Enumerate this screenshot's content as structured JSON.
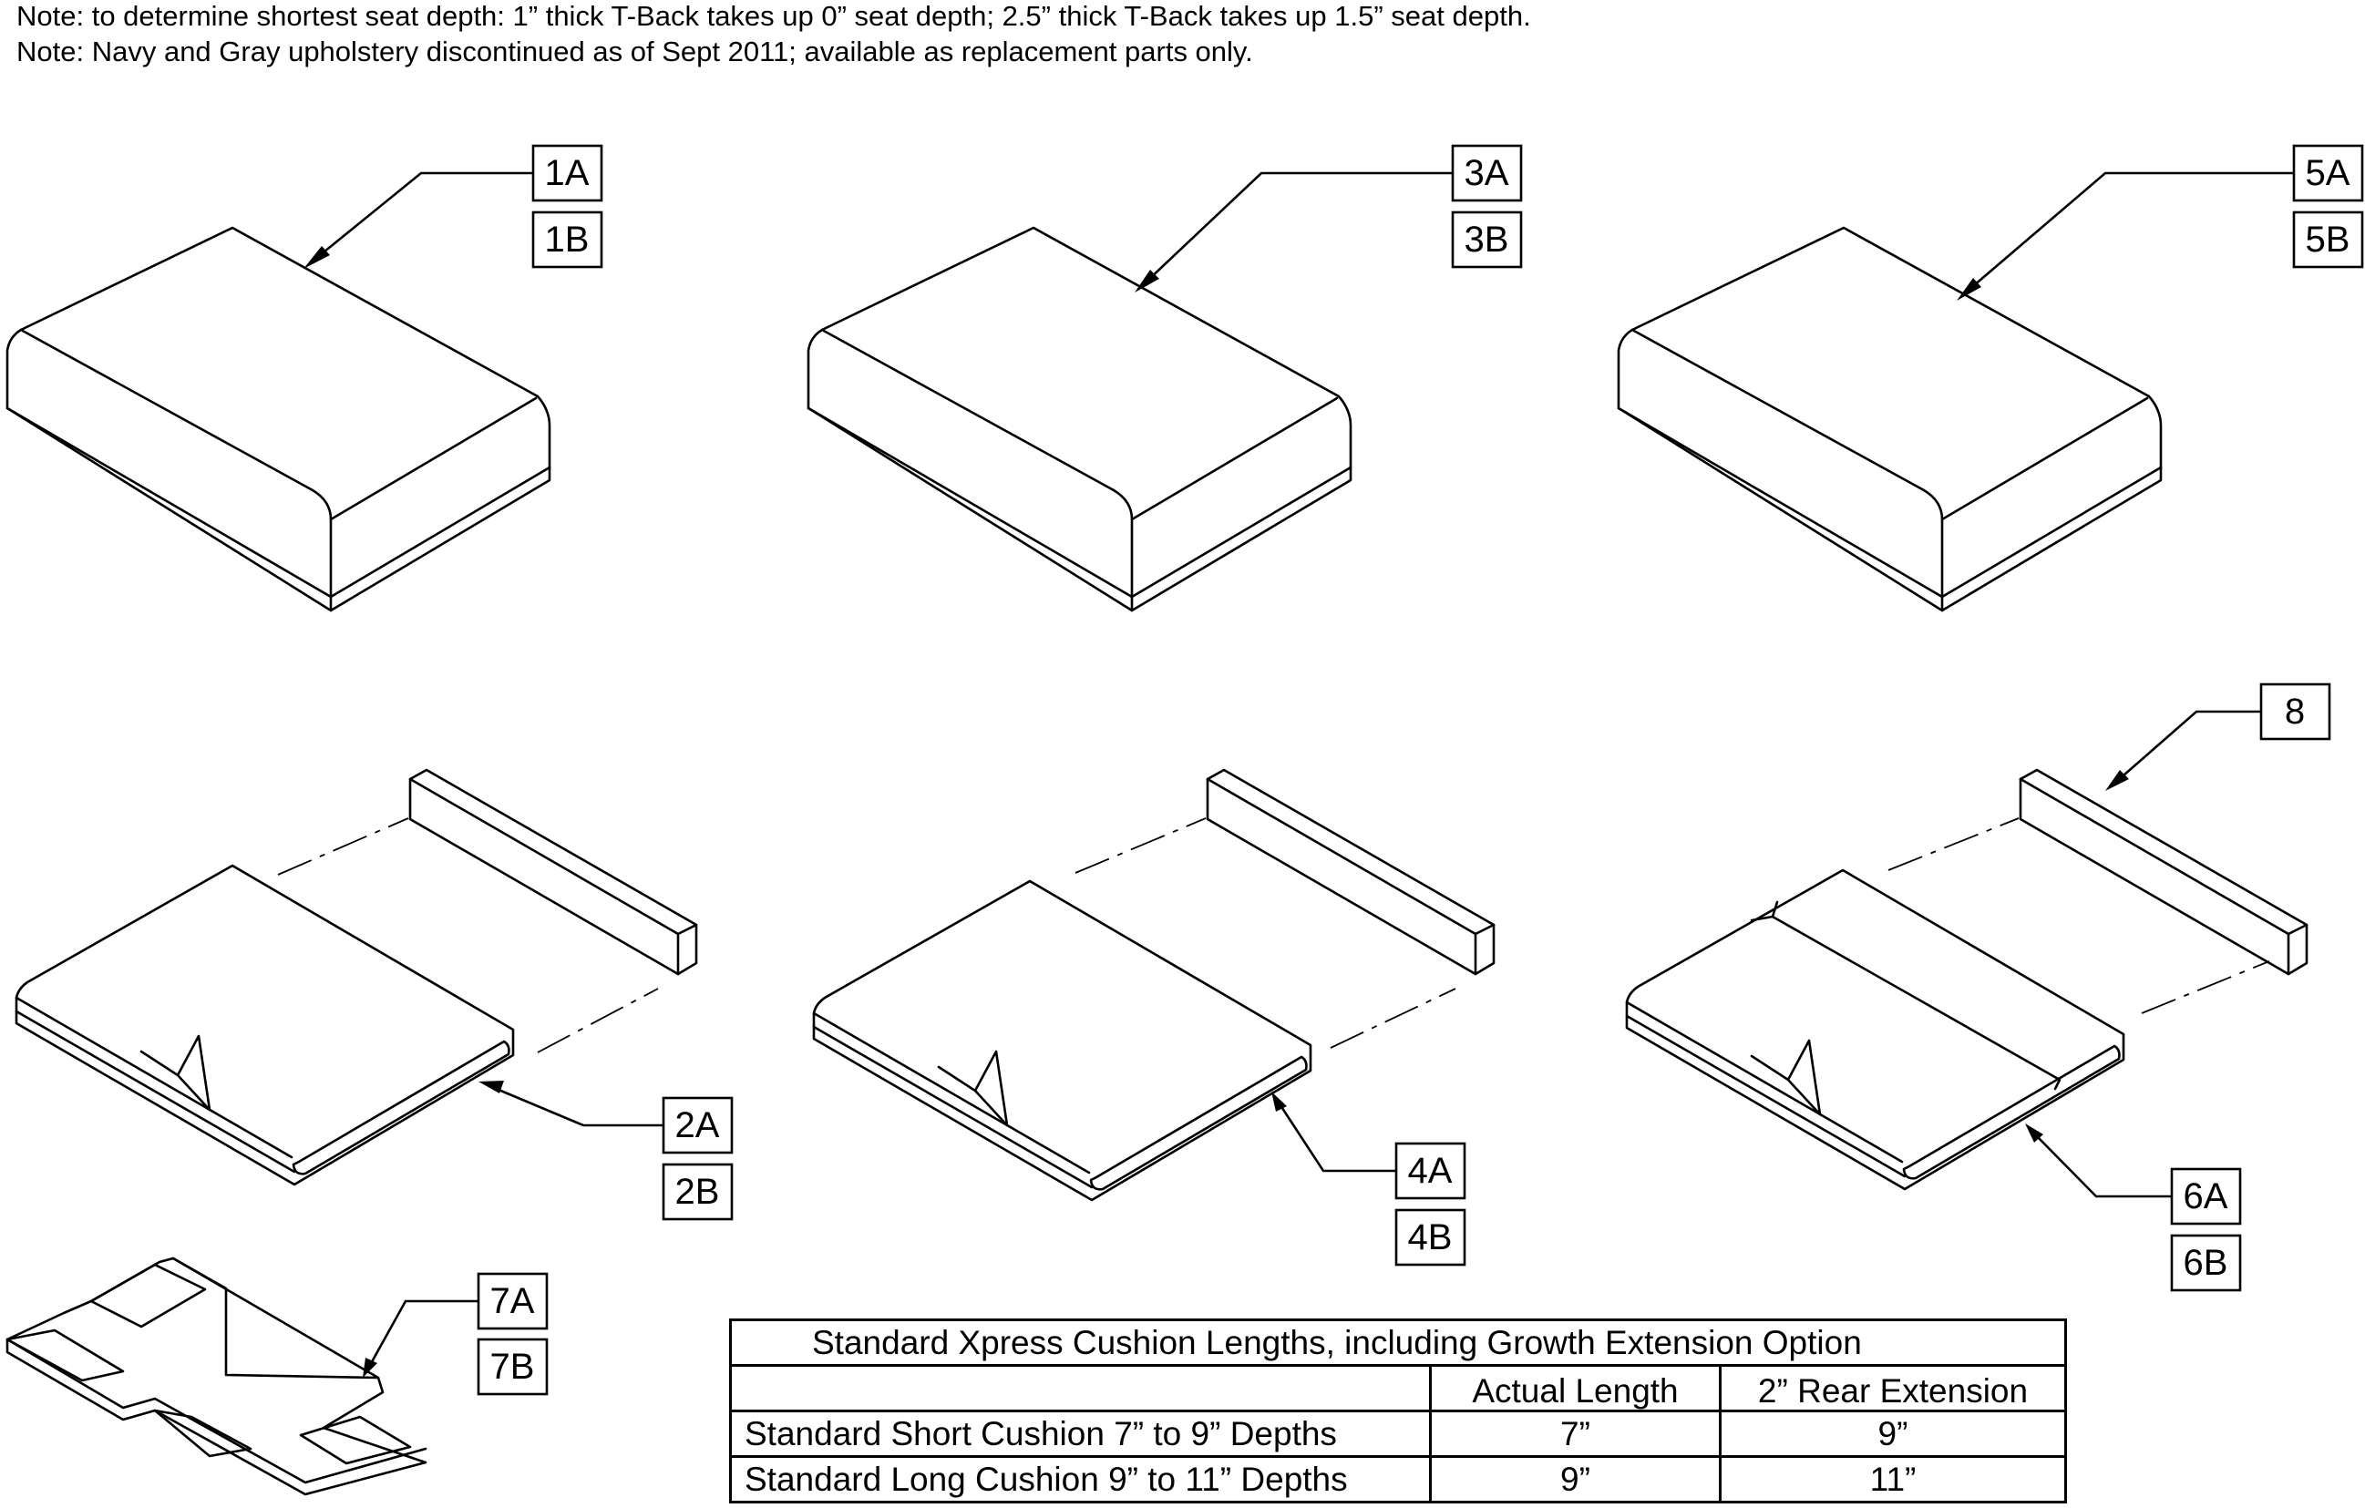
{
  "notes": {
    "line1": "Note: to determine shortest seat depth: 1” thick T-Back takes up 0” seat depth; 2.5” thick T-Back takes up 1.5” seat depth.",
    "line2": "Note: Navy and Gray upholstery discontinued as of Sept 2011; available as replacement parts only."
  },
  "callouts": {
    "c1a": "1A",
    "c1b": "1B",
    "c3a": "3A",
    "c3b": "3B",
    "c5a": "5A",
    "c5b": "5B",
    "c2a": "2A",
    "c2b": "2B",
    "c4a": "4A",
    "c4b": "4B",
    "c6a": "6A",
    "c6b": "6B",
    "c7a": "7A",
    "c7b": "7B",
    "c8": "8"
  },
  "table": {
    "title": "Standard Xpress Cushion Lengths, including Growth Extension Option",
    "headers": [
      "",
      "Actual Length",
      "2” Rear Extension"
    ],
    "rows": [
      [
        "Standard Short Cushion 7” to 9” Depths",
        "7”",
        "9”"
      ],
      [
        "Standard Long Cushion 9” to 11” Depths",
        "9”",
        "11”"
      ]
    ]
  }
}
